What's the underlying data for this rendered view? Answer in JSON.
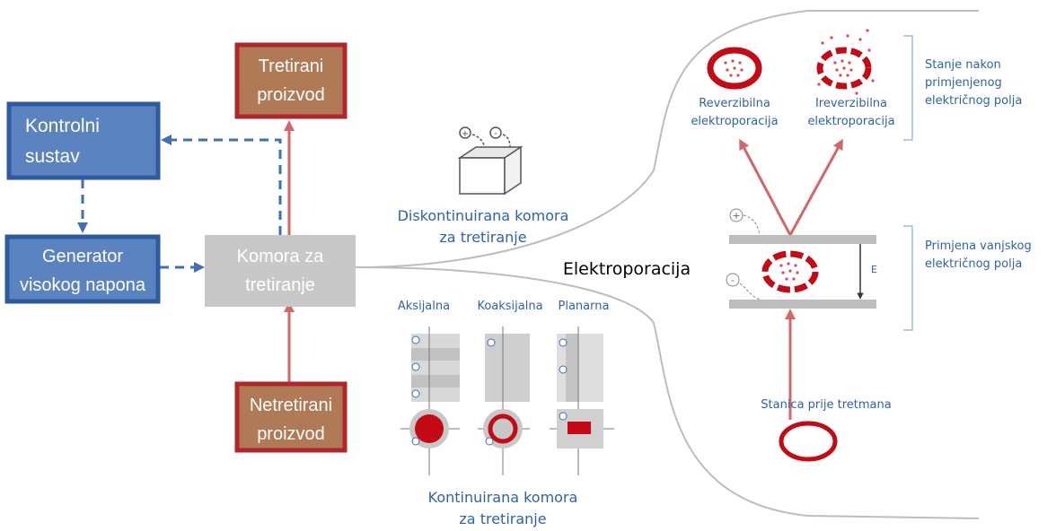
{
  "colors": {
    "blue_dark": "#2e5aa3",
    "blue_fill": "#5b83c0",
    "blue_line": "#3f6fb5",
    "red_dark": "#b0262b",
    "brown_fill": "#b07a57",
    "red_arrow": "#d0676a",
    "grey_fill": "#c8c8c8",
    "label_blue": "#2f63a8",
    "cell_red": "#c40a14"
  },
  "left_diagram": {
    "control_system": [
      "Kontrolni",
      "sustav"
    ],
    "generator": [
      "Generator",
      "visokog napona"
    ],
    "chamber": [
      "Komora za",
      "tretiranje"
    ],
    "treated_product": [
      "Tretirani",
      "proizvod"
    ],
    "untreated_product": [
      "Netretirani",
      "proizvod"
    ]
  },
  "middle": {
    "discontinuous_label": [
      "Diskontinuirana komora",
      "za tretiranje"
    ],
    "continuous_label": [
      "Kontinuirana komora",
      "za tretiranje"
    ],
    "chamber_types": [
      "Aksijalna",
      "Koaksijalna",
      "Planarna"
    ],
    "center_title": "Elektroporacija"
  },
  "right_diagram": {
    "reversible_label": [
      "Reverzibilna",
      "elektroporacija"
    ],
    "irreversible_label": [
      "Ireverzibilna",
      "elektroporacija"
    ],
    "state_after_label": [
      "Stanje nakon",
      "primjenjenog",
      "električnog polja"
    ],
    "applied_field_label": [
      "Primjena vanjskog",
      "električnog polja"
    ],
    "cell_before_label": "Stanica prije tretmana",
    "field_symbol": "E"
  }
}
